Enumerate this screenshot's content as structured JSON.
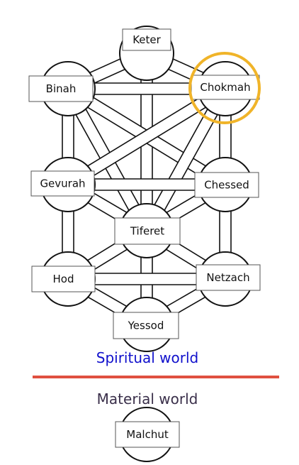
{
  "nodes": [
    {
      "id": "keter",
      "label": "Keter"
    },
    {
      "id": "binah",
      "label": "Binah"
    },
    {
      "id": "chokmah",
      "label": "Chokmah"
    },
    {
      "id": "gevurah",
      "label": "Gevurah"
    },
    {
      "id": "chessed",
      "label": "Chessed"
    },
    {
      "id": "tiferet",
      "label": "Tiferet"
    },
    {
      "id": "hod",
      "label": "Hod"
    },
    {
      "id": "netzach",
      "label": "Netzach"
    },
    {
      "id": "yessod",
      "label": "Yessod"
    },
    {
      "id": "malchut",
      "label": "Malchut"
    }
  ],
  "paths": [
    [
      "keter",
      "binah"
    ],
    [
      "keter",
      "chokmah"
    ],
    [
      "keter",
      "tiferet"
    ],
    [
      "binah",
      "chokmah"
    ],
    [
      "binah",
      "gevurah"
    ],
    [
      "binah",
      "tiferet"
    ],
    [
      "binah",
      "chessed"
    ],
    [
      "chokmah",
      "chessed"
    ],
    [
      "chokmah",
      "tiferet"
    ],
    [
      "chokmah",
      "gevurah"
    ],
    [
      "gevurah",
      "chessed"
    ],
    [
      "gevurah",
      "tiferet"
    ],
    [
      "gevurah",
      "hod"
    ],
    [
      "chessed",
      "tiferet"
    ],
    [
      "chessed",
      "netzach"
    ],
    [
      "tiferet",
      "hod"
    ],
    [
      "tiferet",
      "netzach"
    ],
    [
      "tiferet",
      "yessod"
    ],
    [
      "hod",
      "netzach"
    ],
    [
      "hod",
      "yessod"
    ],
    [
      "netzach",
      "yessod"
    ]
  ],
  "highlighted_node": "chokmah",
  "spiritual_world_label": "Spiritual world",
  "material_world_label": "Material world",
  "colors": {
    "highlight_ring": "#f0b429",
    "divider": "#e05040",
    "spiritual_text": "#1010cc",
    "material_text": "#3a2f4a",
    "stroke": "#111111"
  }
}
